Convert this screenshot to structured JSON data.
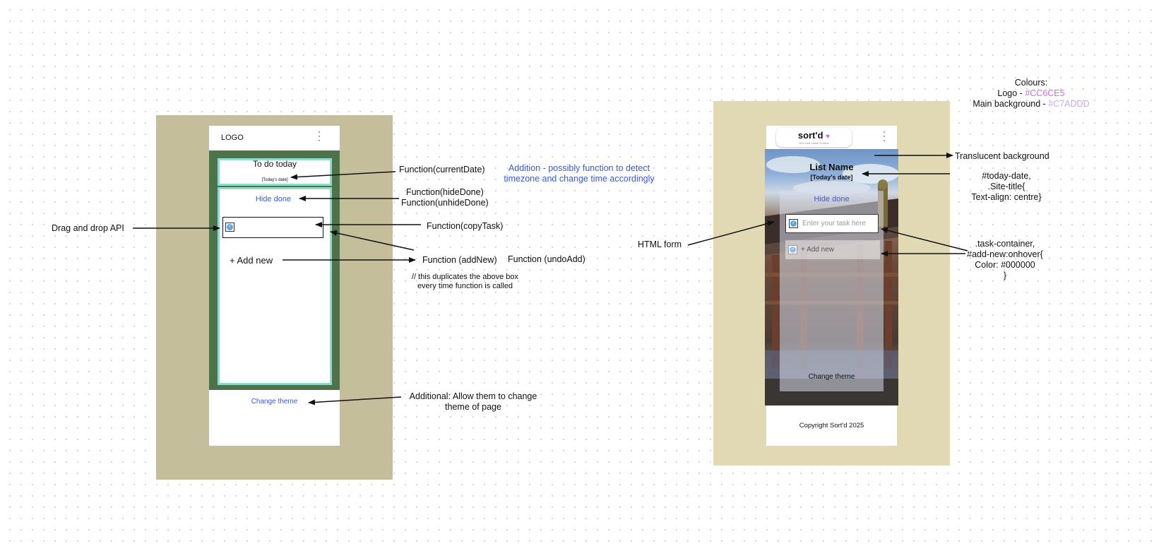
{
  "left_mockup": {
    "logo": "LOGO",
    "title": "To do today",
    "date": "[Today's date]",
    "hide_done": "Hide done",
    "add_new": "+ Add new",
    "change_theme": "Change theme"
  },
  "left_annotations": {
    "current_date": "Function(currentDate)",
    "addition_line1": "Addition - possibly function to detect",
    "addition_line2": "timezone and change time accordingly",
    "hide_done_fn": "Function(hideDone)",
    "unhide_done_fn": "Function(unhideDone)",
    "drag_drop": "Drag and drop API",
    "copy_task": "Function(copyTask)",
    "add_new_fn": "Function (addNew)",
    "undo_add_fn": "Function (undoAdd)",
    "duplicates_line1": "// this duplicates the above box",
    "duplicates_line2": "every time function is called",
    "change_theme_line1": "Additional: Allow them to change",
    "change_theme_line2": "theme of page"
  },
  "right_mockup": {
    "logo": "sort'd",
    "logo_tagline": "One click closer to done",
    "list_name": "List Name",
    "date": "[Today's date]",
    "hide_done": "Hide done",
    "input_placeholder": "Enter your task here",
    "add_new": "+ Add new",
    "change_theme": "Change theme",
    "copyright": "Copyright Sort'd 2025"
  },
  "right_annotations": {
    "colours_title": "Colours:",
    "logo_label": "Logo - ",
    "logo_color": "#CC6CE5",
    "main_bg_label": "Main background - ",
    "main_bg_color": "#C7ADDD",
    "translucent": "Translucent background",
    "today_date_line1": "#today-date,",
    "today_date_line2": ".Site-title{",
    "today_date_line3": "Text-align: centre}",
    "html_form": "HTML form",
    "task_container_line1": ".task-container,",
    "task_container_line2": "#add-new:onhover{",
    "task_container_line3": "Color: #000000",
    "task_container_line4": "}"
  },
  "colors": {
    "left_frame": "#c4bf9a",
    "right_frame": "#e0d9b4",
    "wire_green": "#4e7249",
    "wire_teal": "#8fdccc",
    "link_blue": "#3a5bd6",
    "logo_pink": "#CC6CE5",
    "main_bg_lilac": "#C7ADDD"
  }
}
